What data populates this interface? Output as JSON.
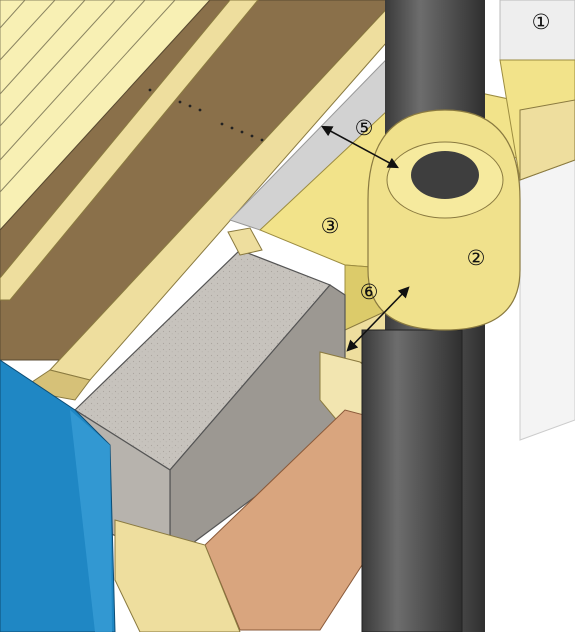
{
  "colors": {
    "background": "#ffffff",
    "roof_boards": "#f8f0b4",
    "membrane_brown": "#8a704a",
    "timber": "#eede9e",
    "timber_shadow": "#d6c178",
    "insulation": "#f2e38a",
    "insulation_shade": "#dccb6a",
    "pipe": "#474747",
    "pipe_highlight": "#7a7a7a",
    "concrete": "#c7c3bd",
    "concrete_dark": "#9c9892",
    "sheet_copper": "#d9a57e",
    "blue_membrane": "#1f87c4",
    "grey_foil": "#d2d2d2"
  },
  "callouts": [
    {
      "id": "callout-1",
      "label": "①"
    },
    {
      "id": "callout-2",
      "label": "②"
    },
    {
      "id": "callout-3",
      "label": "③"
    },
    {
      "id": "callout-5",
      "label": "⑤"
    },
    {
      "id": "callout-6",
      "label": "⑥"
    }
  ]
}
